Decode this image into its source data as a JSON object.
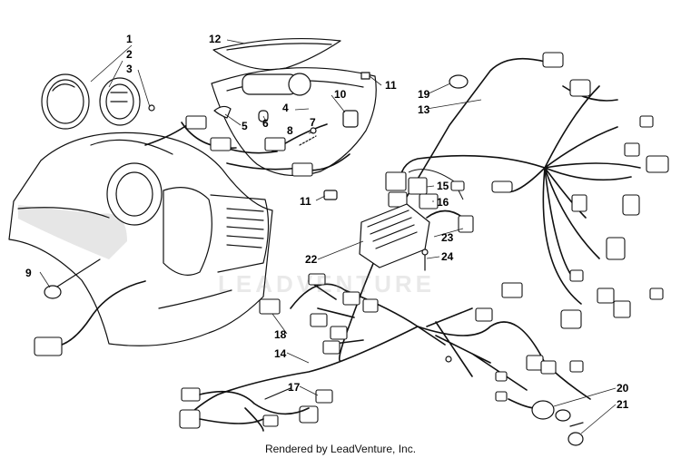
{
  "credit": "Rendered by LeadVenture, Inc.",
  "watermark": "LEADVENTURE",
  "callouts": {
    "c1": "1",
    "c2": "2",
    "c3": "3",
    "c4": "4",
    "c5": "5",
    "c6": "6",
    "c7": "7",
    "c8": "8",
    "c9": "9",
    "c10": "10",
    "c11a": "11",
    "c11b": "11",
    "c12": "12",
    "c13": "13",
    "c14": "14",
    "c15": "15",
    "c16": "16",
    "c17": "17",
    "c18": "18",
    "c19": "19",
    "c20": "20",
    "c21": "21",
    "c22": "22",
    "c23": "23",
    "c24": "24"
  }
}
